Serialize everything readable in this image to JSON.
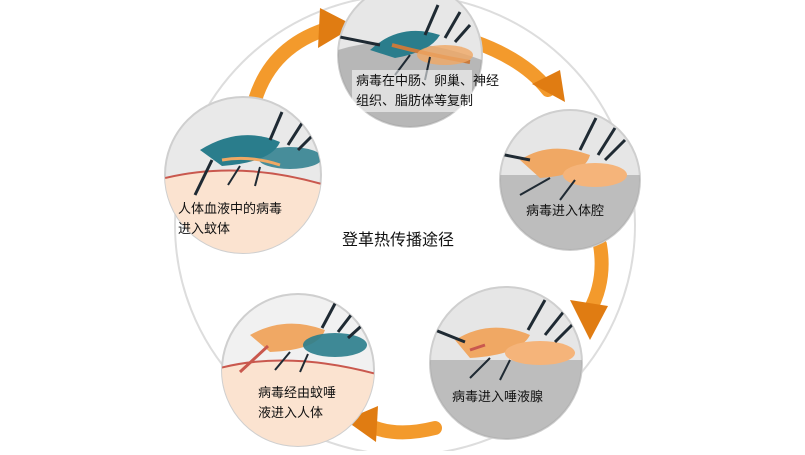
{
  "diagram": {
    "center_title": "登革热传播途径",
    "stages": [
      {
        "lines": [
          "病毒在中肠、卵巢、神经",
          "组织、脂肪体等复制"
        ]
      },
      {
        "lines": [
          "病毒进入体腔"
        ]
      },
      {
        "lines": [
          "病毒进入唾液腺"
        ]
      },
      {
        "lines": [
          "病毒经由蚊唾",
          "液进入人体"
        ]
      },
      {
        "lines": [
          "人体血液中的病毒",
          "进入蚊体"
        ]
      }
    ]
  },
  "colors": {
    "arrow": "#F39A2C",
    "arrow_dark": "#E07C12",
    "ring_line": "#d9d9d9",
    "circle_bg": "#e6e6e6",
    "circle_border": "#d0d0d0",
    "mosquito_teal": "#2a7d8c",
    "mosquito_orange": "#f0a864",
    "leg_dark": "#1f2a33",
    "skin": "#fbe3d0",
    "skin_line": "#c9584e",
    "gray_ground": "#9a9a9a"
  },
  "icons": [
    "mosquito-icon",
    "arrow-icon"
  ]
}
